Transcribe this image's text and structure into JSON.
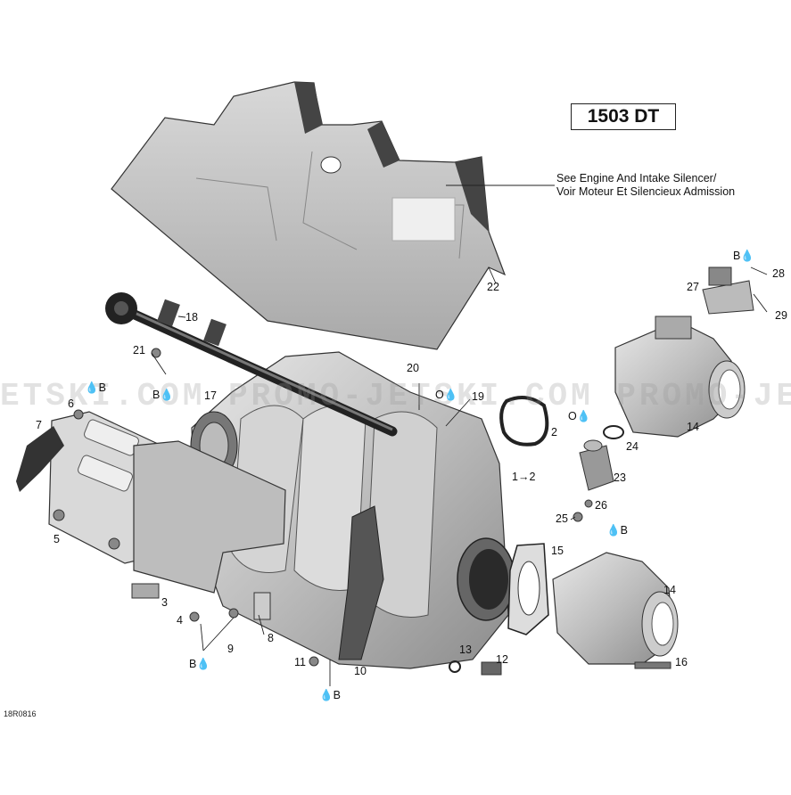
{
  "diagram": {
    "model": "1503 DT",
    "note_line1": "See Engine And Intake Silencer/",
    "note_line2": "Voir Moteur Et Silencieux Admission",
    "reference_code": "18R0816",
    "watermark": "ETSKI.COM   PROMO-JETSKI.COM   PROMO-JETSKI.COM",
    "callouts": {
      "c1": "1→2",
      "c2": "2",
      "c3": "3",
      "c4": "4",
      "c5": "5",
      "c6": "6",
      "c7": "7",
      "c8": "8",
      "c9": "9",
      "c10": "10",
      "c11": "11",
      "c12": "12",
      "c13": "13",
      "c14a": "14",
      "c14b": "14",
      "c15": "15",
      "c16": "16",
      "c17": "17",
      "c18": "18",
      "c19": "19",
      "c20": "20",
      "c21": "21",
      "c22": "22",
      "c23": "23",
      "c24": "24",
      "c25": "25",
      "c26": "26",
      "c27": "27",
      "c28": "28",
      "c29": "29",
      "b1": "B",
      "b2": "B",
      "b3": "B",
      "b4": "B",
      "b5": "B",
      "b6": "B",
      "o1": "O",
      "o2": "O"
    }
  }
}
